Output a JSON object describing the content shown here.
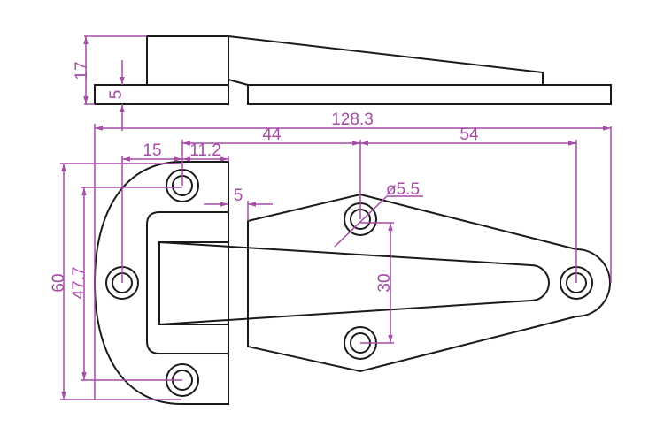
{
  "colors": {
    "outline": "#1a1a1a",
    "dimension": "#a64ca6"
  },
  "dimensions": {
    "height_total_side": "17",
    "plate_thickness": "5",
    "overall_length": "128.3",
    "hole_to_hole_1": "44",
    "hole_to_hole_2": "54",
    "hole_offset_x": "15",
    "hole_to_edge": "11.2",
    "gap": "5",
    "hole_diameter": "ø5.5",
    "hole_spacing_vertical": "30",
    "overall_height": "60",
    "hole_spacing_left": "47.7"
  }
}
